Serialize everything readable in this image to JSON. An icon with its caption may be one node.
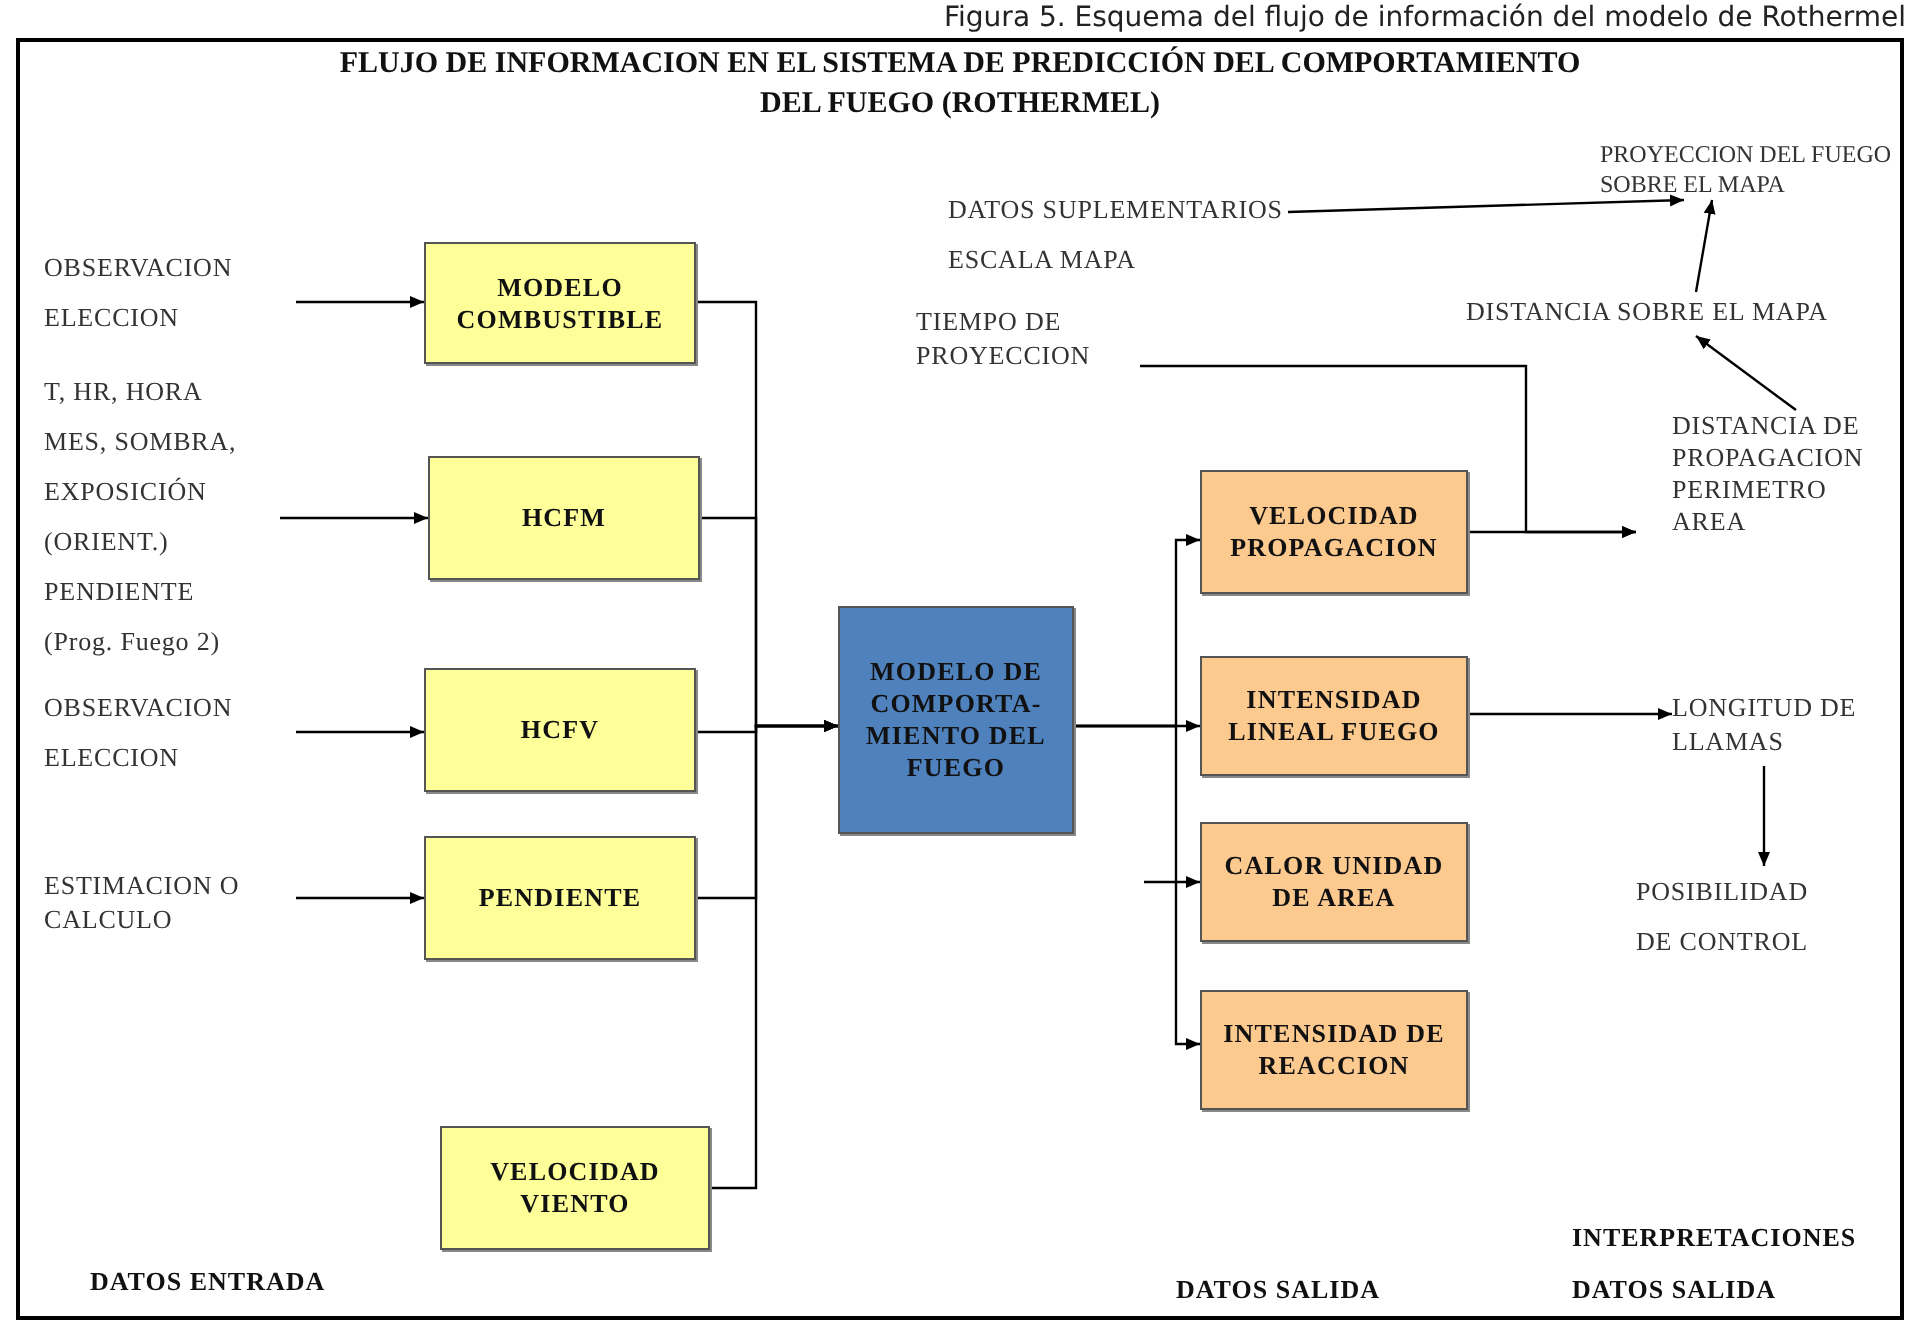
{
  "diagram": {
    "title": "FLUJO DE INFORMACION  EN EL SISTEMA DE PREDICCIÓN DEL COMPORTAMIENTO DEL FUEGO (ROTHERMEL)",
    "caption": "Figura 5. Esquema del flujo de información del modelo de Rothermel",
    "nodes": [
      {
        "text": [
          "OBSERVACION",
          "ELECCION"
        ]
      },
      {
        "text": [
          "MODELO COMBUSTIBLE"
        ]
      },
      {
        "text": [
          "T, HR, HORA",
          "MES, SOMBRA,",
          "EXPOSICIÓN (ORIENT.)",
          "PENDIENTE",
          "(Prog. Fuego 2)"
        ]
      },
      {
        "text": [
          "HCFM"
        ]
      },
      {
        "text": [
          "OBSERVACION",
          "ELECCION"
        ]
      },
      {
        "text": [
          "HCFV"
        ]
      },
      {
        "text": [
          "ESTIMACION O CALCULO"
        ]
      },
      {
        "text": [
          "PENDIENTE"
        ]
      },
      {
        "text": [
          "VELOCIDAD VIENTO"
        ]
      },
      {
        "text": [
          "MODELO DE COMPORTA- MIENTO DEL FUEGO"
        ]
      },
      {
        "text": [
          "VELOCIDAD PROPAGACION"
        ]
      },
      {
        "text": [
          "INTENSIDAD LINEAL FUEGO"
        ]
      },
      {
        "text": [
          "CALOR UNIDAD DE AREA"
        ]
      },
      {
        "text": [
          "INTENSIDAD DE REACCION"
        ]
      },
      {
        "text": [
          "TIEMPO DE PROYECCION"
        ]
      },
      {
        "text": [
          "DATOS SUPLEMENTARIOS",
          "ESCALA MAPA"
        ]
      },
      {
        "text": [
          "PROYECCION DEL FUEGO SOBRE EL MAPA"
        ]
      },
      {
        "text": [
          "DISTANCIA SOBRE EL MAPA"
        ]
      },
      {
        "text": [
          "DISTANCIA DE PROPAGACION",
          "PERIMETRO",
          "AREA"
        ]
      },
      {
        "text": [
          "LONGITUD DE LLAMAS"
        ]
      },
      {
        "text": [
          "POSIBILIDAD",
          "DE CONTROL"
        ]
      }
    ],
    "edges": [
      {
        "from": 0,
        "to": 1,
        "arrow": "to"
      },
      {
        "from": 2,
        "to": 3,
        "arrow": "to"
      },
      {
        "from": 4,
        "to": 5,
        "arrow": "to"
      },
      {
        "from": 6,
        "to": 7,
        "arrow": "to"
      },
      {
        "from": 1,
        "to": 9,
        "arrow": "to"
      },
      {
        "from": 3,
        "to": 9,
        "arrow": "to"
      },
      {
        "from": 5,
        "to": 9,
        "arrow": "to"
      },
      {
        "from": 7,
        "to": 9,
        "arrow": "to"
      },
      {
        "from": 8,
        "to": 9,
        "arrow": "to"
      },
      {
        "from": 9,
        "to": 10,
        "arrow": "to"
      },
      {
        "from": 9,
        "to": 11,
        "arrow": "to"
      },
      {
        "from": 9,
        "to": 13,
        "arrow": "to"
      },
      {
        "from": null,
        "to": 12,
        "arrow": "to"
      },
      {
        "from": 10,
        "to": 18,
        "arrow": "to"
      },
      {
        "from": 14,
        "to": 18,
        "arrow": "to"
      },
      {
        "from": 15,
        "to": 16,
        "arrow": "to"
      },
      {
        "from": 18,
        "to": 17,
        "arrow": "to"
      },
      {
        "from": 17,
        "to": 16,
        "arrow": "to"
      },
      {
        "from": 11,
        "to": 19,
        "arrow": "to"
      },
      {
        "from": 19,
        "to": 20,
        "arrow": "to"
      }
    ],
    "labels": [
      "DATOS ENTRADA",
      "DATOS SALIDA",
      "INTERPRETACIONES",
      "DATOS SALIDA"
    ]
  }
}
